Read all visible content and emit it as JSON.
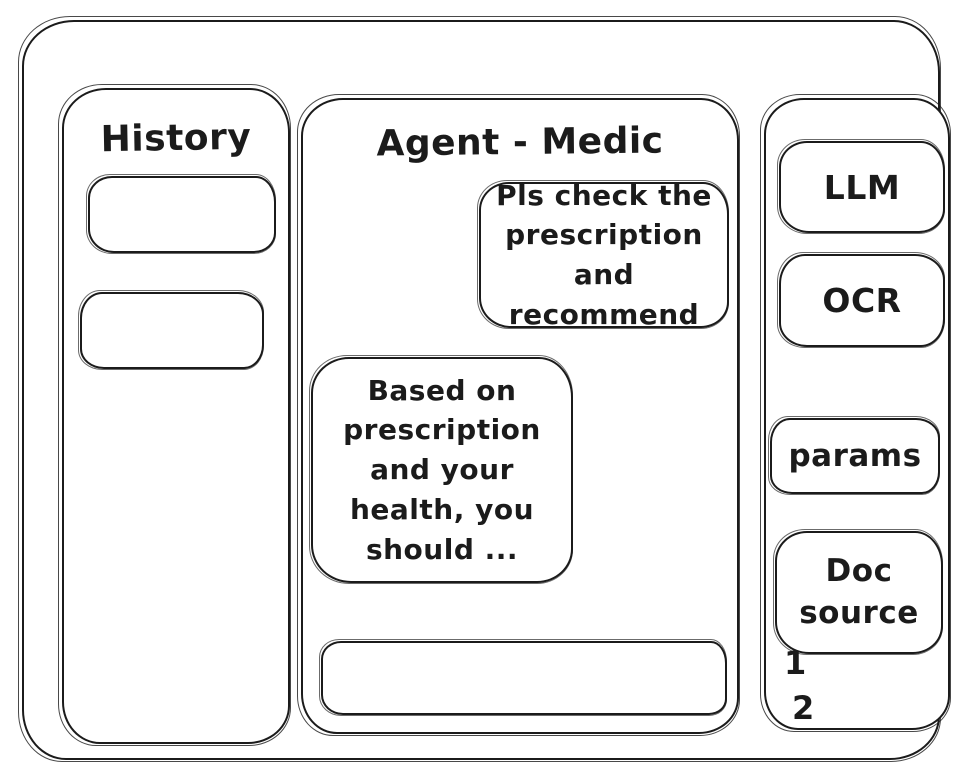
{
  "colors": {
    "ink": "#1b1b1b",
    "background": "#ffffff"
  },
  "history": {
    "title": "History",
    "items": [
      {
        "label": ""
      },
      {
        "label": ""
      }
    ]
  },
  "chat": {
    "title": "Agent - Medic",
    "messages": [
      {
        "role": "user",
        "text": "Pls check the prescription and recommend"
      },
      {
        "role": "assistant",
        "text": "Based on prescription and your health, you should ..."
      }
    ],
    "input": {
      "value": ""
    }
  },
  "tools": {
    "buttons": [
      {
        "label": "LLM"
      },
      {
        "label": "OCR"
      },
      {
        "label": "params"
      },
      {
        "label": "Doc source"
      }
    ],
    "doc_sources": [
      "1",
      "2"
    ]
  }
}
